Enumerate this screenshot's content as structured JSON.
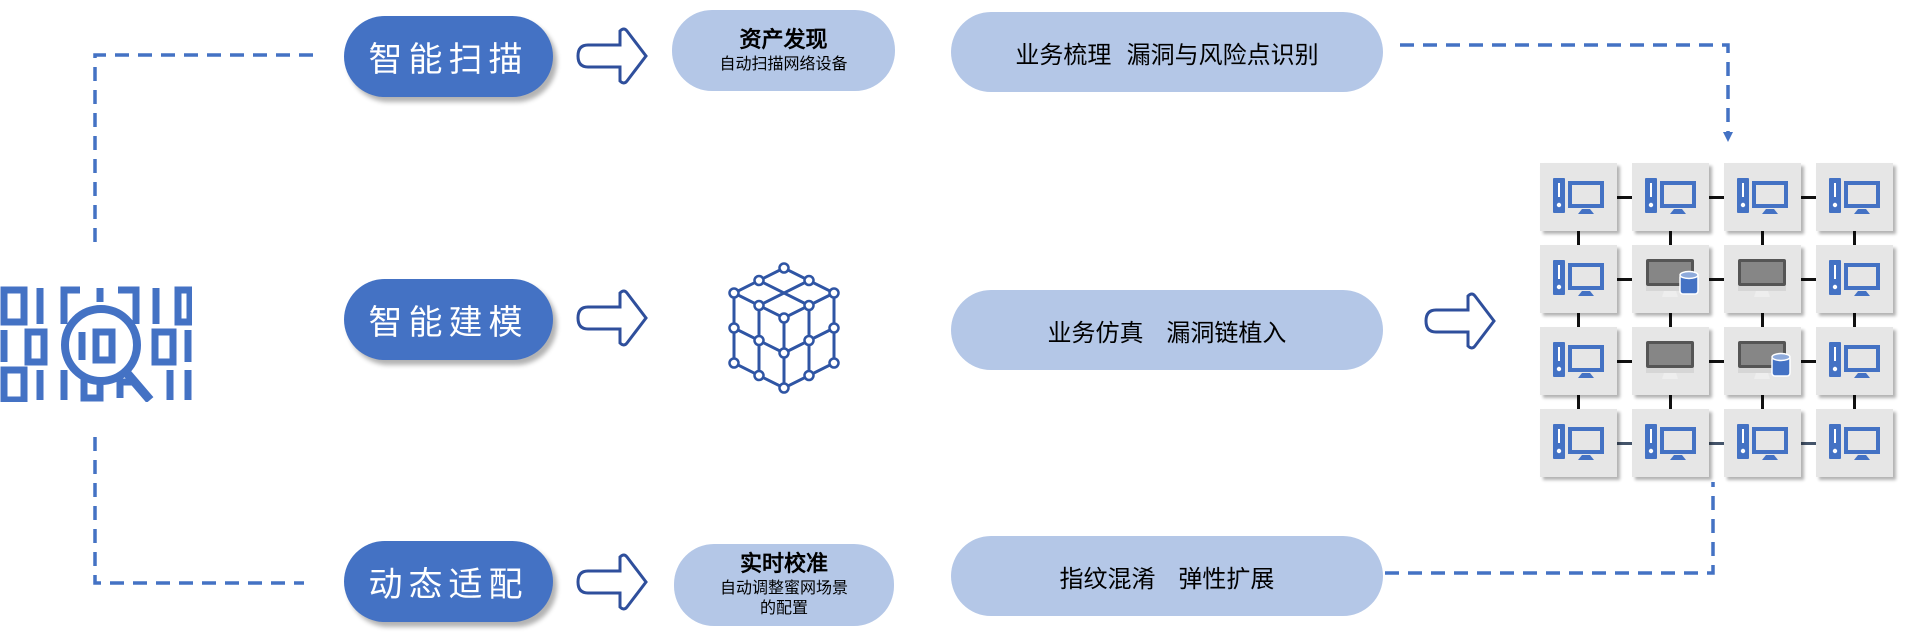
{
  "colors": {
    "primary": "#4472C4",
    "light": "#B4C7E7",
    "node_bg": "#E6E6E6"
  },
  "steps": [
    {
      "label": "智能扫描"
    },
    {
      "label": "智能建模"
    },
    {
      "label": "动态适配"
    }
  ],
  "results": {
    "asset_discovery": {
      "title": "资产发现",
      "subtitle": "自动扫描网络设备"
    },
    "calibration": {
      "title": "实时校准",
      "subtitle_line1": "自动调整蜜网场景",
      "subtitle_line2": "的配置"
    }
  },
  "outcomes": [
    {
      "label": "业务梳理  漏洞与风险点识别"
    },
    {
      "label": "业务仿真   漏洞链植入"
    },
    {
      "label": "指纹混淆   弹性扩展"
    }
  ],
  "icons": {
    "scanner": "barcode-scan-icon",
    "model": "cube-network-icon",
    "arrow": "arrow-right-outline-icon"
  },
  "network_grid": [
    [
      "pc",
      "pc",
      "pc",
      "pc"
    ],
    [
      "pc",
      "monitor-db",
      "monitor",
      "pc"
    ],
    [
      "pc",
      "monitor",
      "monitor-db",
      "pc"
    ],
    [
      "pc",
      "pc",
      "pc",
      "pc"
    ]
  ]
}
